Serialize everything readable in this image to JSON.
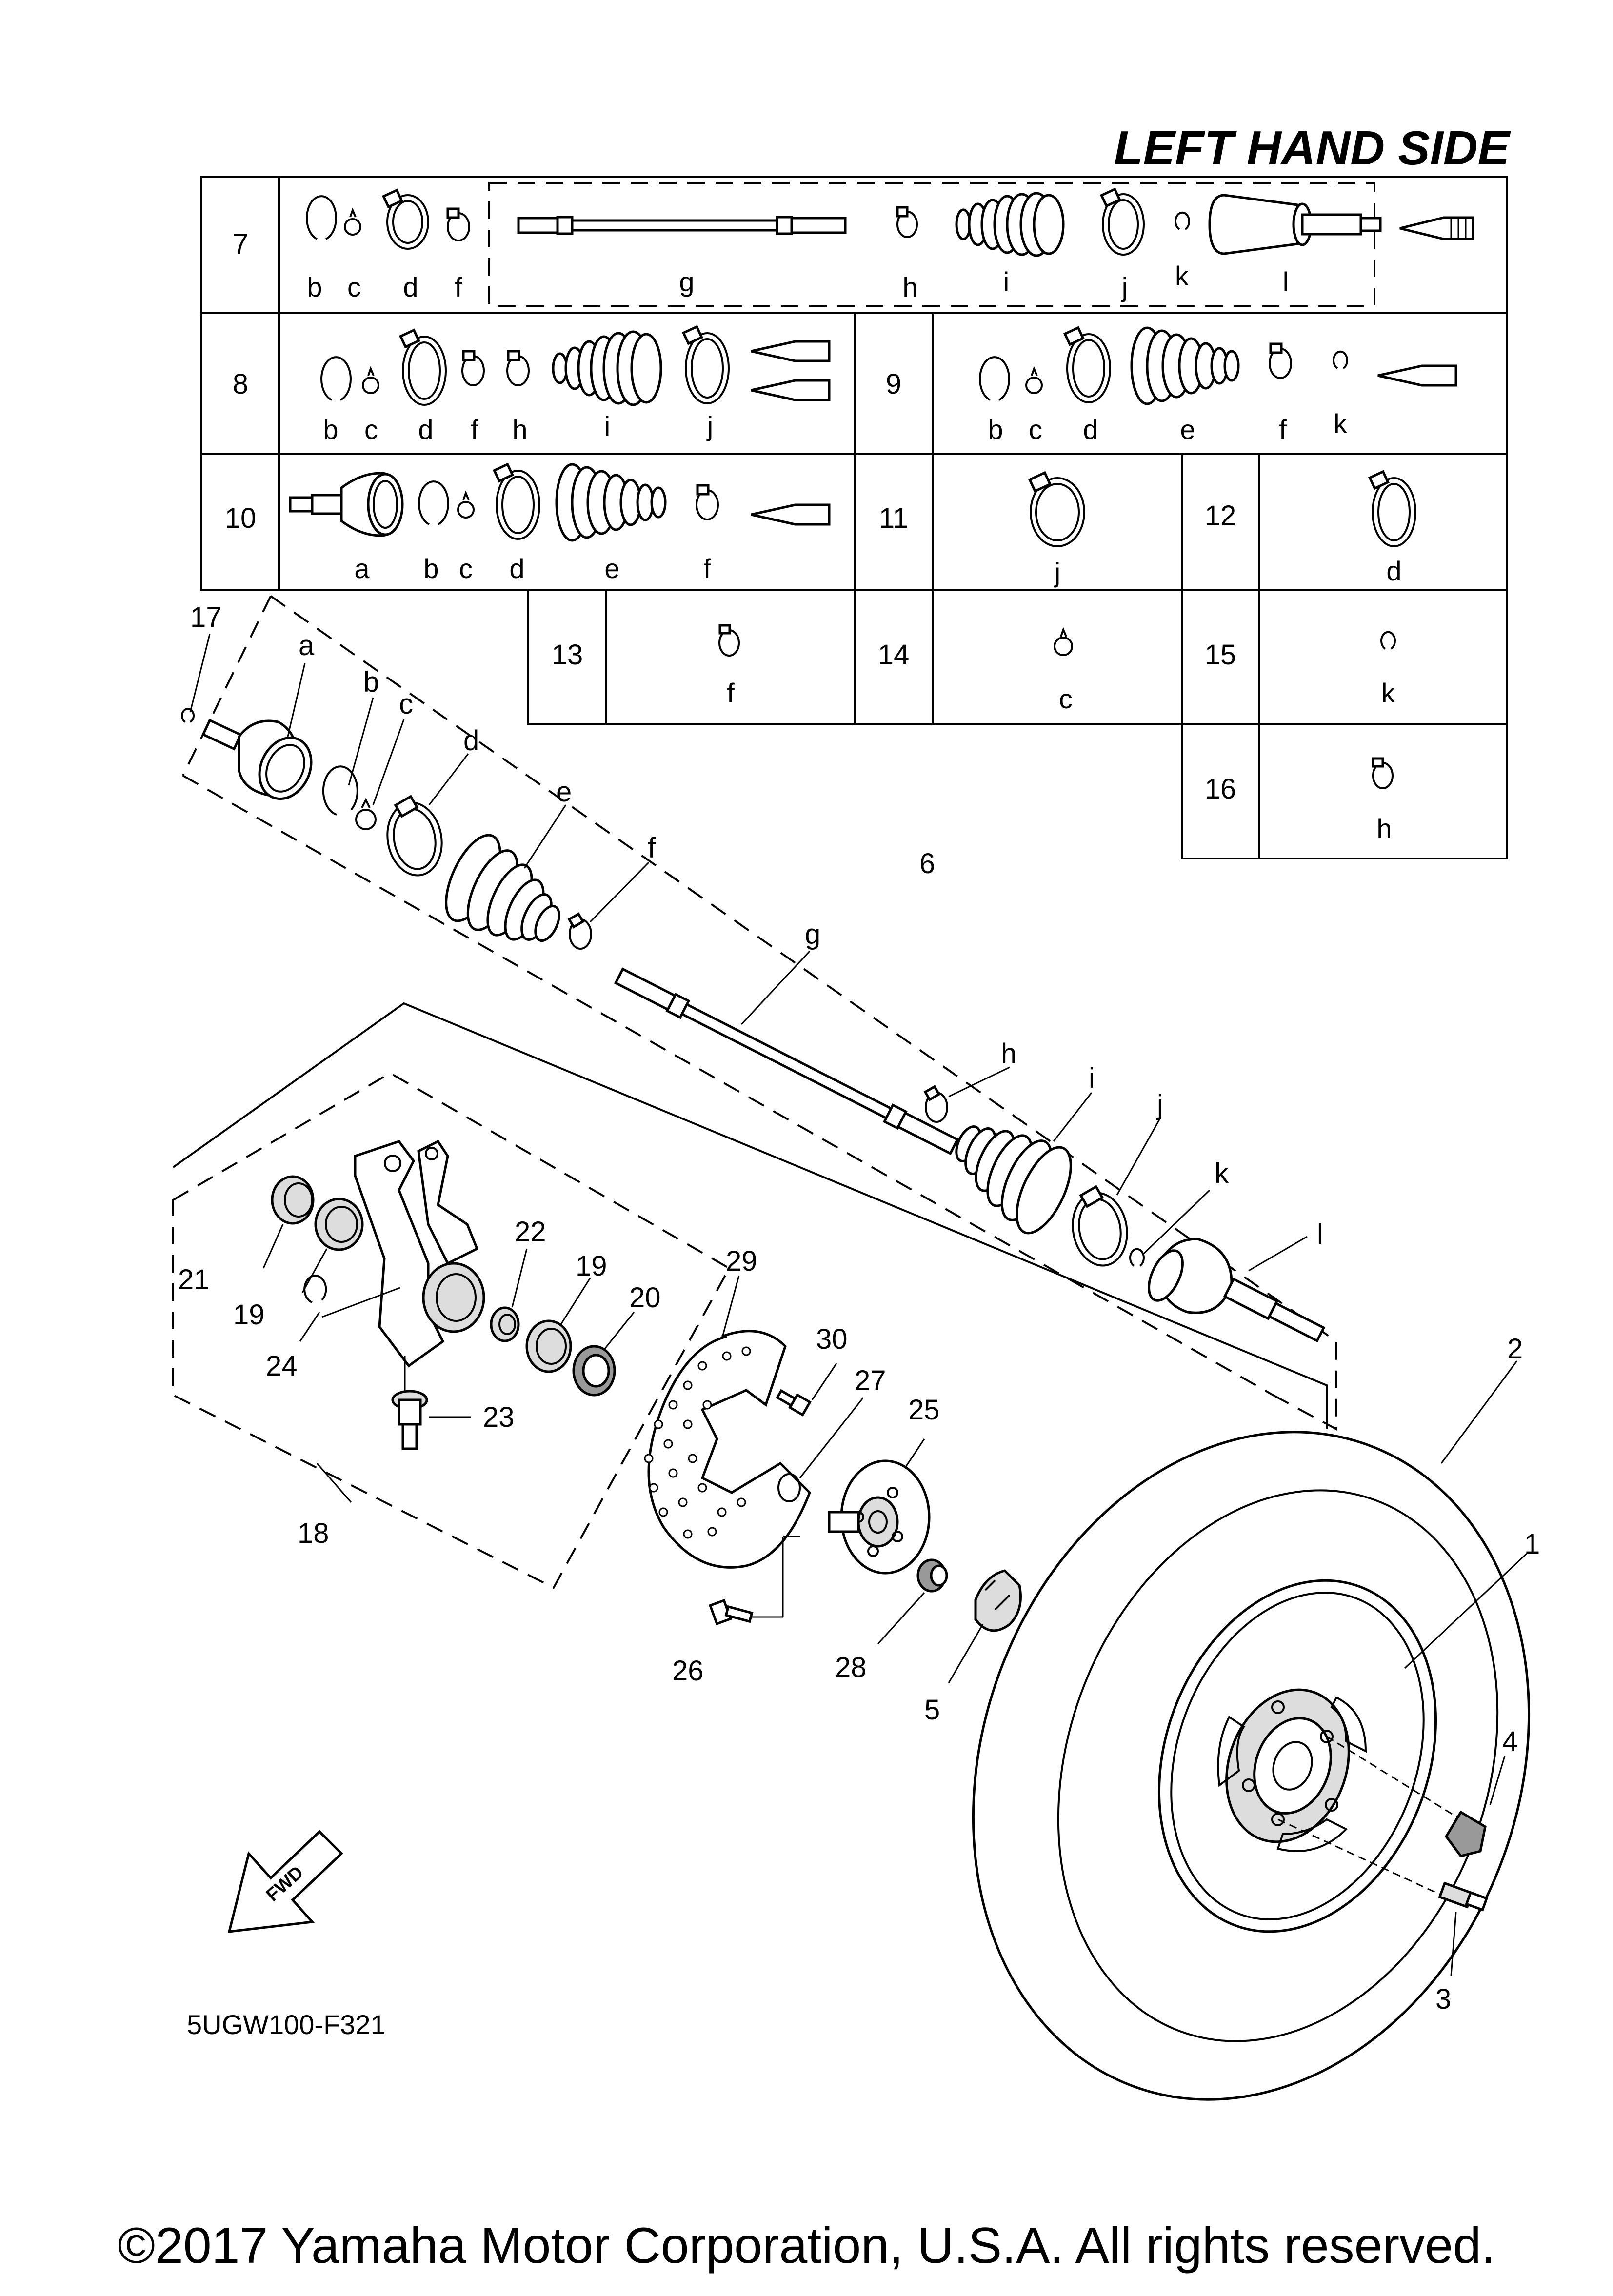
{
  "title": "LEFT HAND SIDE",
  "diagram_code": "5UGW100-F321",
  "fwd_label": "FWD",
  "copyright": "©2017 Yamaha Motor Corporation, U.S.A. All rights reserved.",
  "kit_table": {
    "row7": {
      "num": "7",
      "letters": [
        "b",
        "c",
        "d",
        "f",
        "g",
        "h",
        "i",
        "j",
        "k",
        "l"
      ]
    },
    "row8": {
      "num": "8",
      "letters": [
        "b",
        "c",
        "d",
        "f",
        "h",
        "i",
        "j"
      ]
    },
    "row9": {
      "num": "9",
      "letters": [
        "b",
        "c",
        "d",
        "e",
        "f",
        "k"
      ]
    },
    "row10": {
      "num": "10",
      "letters": [
        "a",
        "b",
        "c",
        "d",
        "e",
        "f"
      ]
    },
    "row11": {
      "num": "11",
      "letters": [
        "j"
      ]
    },
    "row12": {
      "num": "12",
      "letters": [
        "d"
      ]
    },
    "row13": {
      "num": "13",
      "letters": [
        "f"
      ]
    },
    "row14": {
      "num": "14",
      "letters": [
        "c"
      ]
    },
    "row15": {
      "num": "15",
      "letters": [
        "k"
      ]
    },
    "row16": {
      "num": "16",
      "letters": [
        "h"
      ]
    }
  },
  "callouts": {
    "n1": "1",
    "n2": "2",
    "n3": "3",
    "n4": "4",
    "n5": "5",
    "n6": "6",
    "n17": "17",
    "n18": "18",
    "n19a": "19",
    "n19b": "19",
    "n20": "20",
    "n21": "21",
    "n22": "22",
    "n23": "23",
    "n24": "24",
    "n25": "25",
    "n26": "26",
    "n27": "27",
    "n28": "28",
    "n29": "29",
    "n30": "30",
    "la": "a",
    "lb": "b",
    "lc": "c",
    "ld": "d",
    "le": "e",
    "lf": "f",
    "lg": "g",
    "lh": "h",
    "li": "i",
    "lj": "j",
    "lk": "k",
    "ll": "l"
  }
}
